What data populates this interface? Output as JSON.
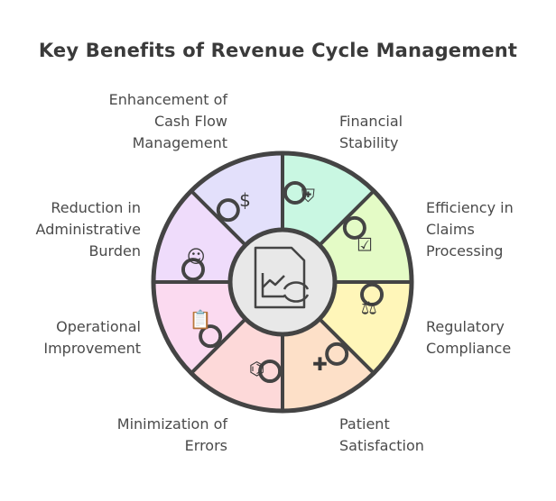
{
  "title": "Key Benefits of Revenue Cycle Management",
  "center": {
    "icon": "document-chart-cycle-icon"
  },
  "segments": [
    {
      "label": "Efficiency in\nClaims\nProcessing",
      "color": "#e4fbc6",
      "icon": "checklist-approval-icon",
      "glyph": "☑"
    },
    {
      "label": "Regulatory\nCompliance",
      "color": "#fff6b9",
      "icon": "document-scale-icon",
      "glyph": "⚖"
    },
    {
      "label": "Patient\nSatisfaction",
      "color": "#fde0c8",
      "icon": "health-chart-icon",
      "glyph": "✚"
    },
    {
      "label": "Minimization of\nErrors",
      "color": "#fdd9d9",
      "icon": "flowchart-icon",
      "glyph": "⌬"
    },
    {
      "label": "Operational\nImprovement",
      "color": "#fbdaf0",
      "icon": "clipboard-refresh-icon",
      "glyph": "📋"
    },
    {
      "label": "Reduction in\nAdministrative\nBurden",
      "color": "#efdcfb",
      "icon": "person-checklist-icon",
      "glyph": "☺"
    },
    {
      "label": "Enhancement of\nCash Flow\nManagement",
      "color": "#e3e0fb",
      "icon": "cash-flow-icon",
      "glyph": "$"
    },
    {
      "label": "Financial\nStability",
      "color": "#c9f7e2",
      "icon": "shield-building-icon",
      "glyph": "⛨"
    }
  ]
}
